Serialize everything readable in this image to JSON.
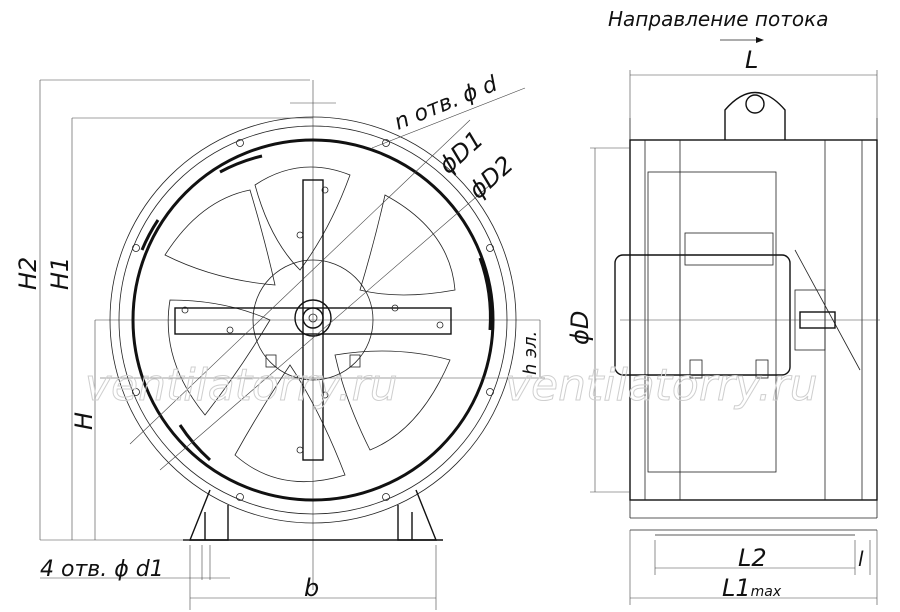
{
  "title": "Направление потока",
  "labels": {
    "L": "L",
    "H2": "H2",
    "H1": "H1",
    "H": "H",
    "holes": "n отв.",
    "phi_d": "ϕ d",
    "D1": "ϕD1",
    "D2": "ϕD2",
    "D": "ϕD",
    "h_el": "h эл.",
    "mount_holes": "4 отв. ϕ d1",
    "b": "b",
    "L2": "L2",
    "L1": "L1",
    "L1_sub": "max",
    "l": "l"
  },
  "watermark": [
    "ventilatorry.ru",
    "ventilatorry.ru"
  ]
}
